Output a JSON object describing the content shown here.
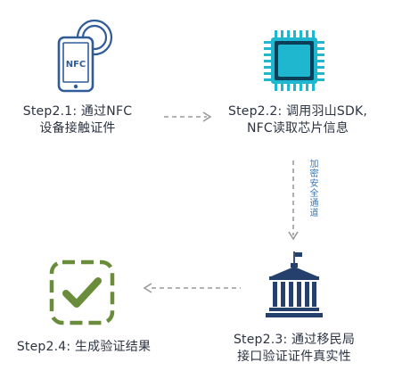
{
  "steps": {
    "nfc_read": {
      "line1": "Step2.1: 通过NFC",
      "line2": "设备接触证件",
      "phone_text": "NFC",
      "icon": "nfc-phone-icon"
    },
    "sdk_call": {
      "line1": "Step2.2: 调用羽山SDK,",
      "line2": "NFC读取芯片信息",
      "icon": "chip-icon"
    },
    "verify": {
      "line1": "Step2.3: 通过移民局",
      "line2": "接口验证证件真实性",
      "icon": "government-building-icon"
    },
    "result": {
      "line1": "Step2.4: 生成验证结果",
      "icon": "checkmark-icon"
    }
  },
  "channel_note": "加密安全通道",
  "colors": {
    "phone_blue": "#2f5c98",
    "chip_teal": "#1fb6cf",
    "chip_dark": "#0b3e57",
    "building_navy": "#26406d",
    "check_green": "#6a8d3c",
    "arrow_gray": "#9a9a9a",
    "note_blue": "#3a78b8",
    "text_dark": "#2d3342"
  }
}
